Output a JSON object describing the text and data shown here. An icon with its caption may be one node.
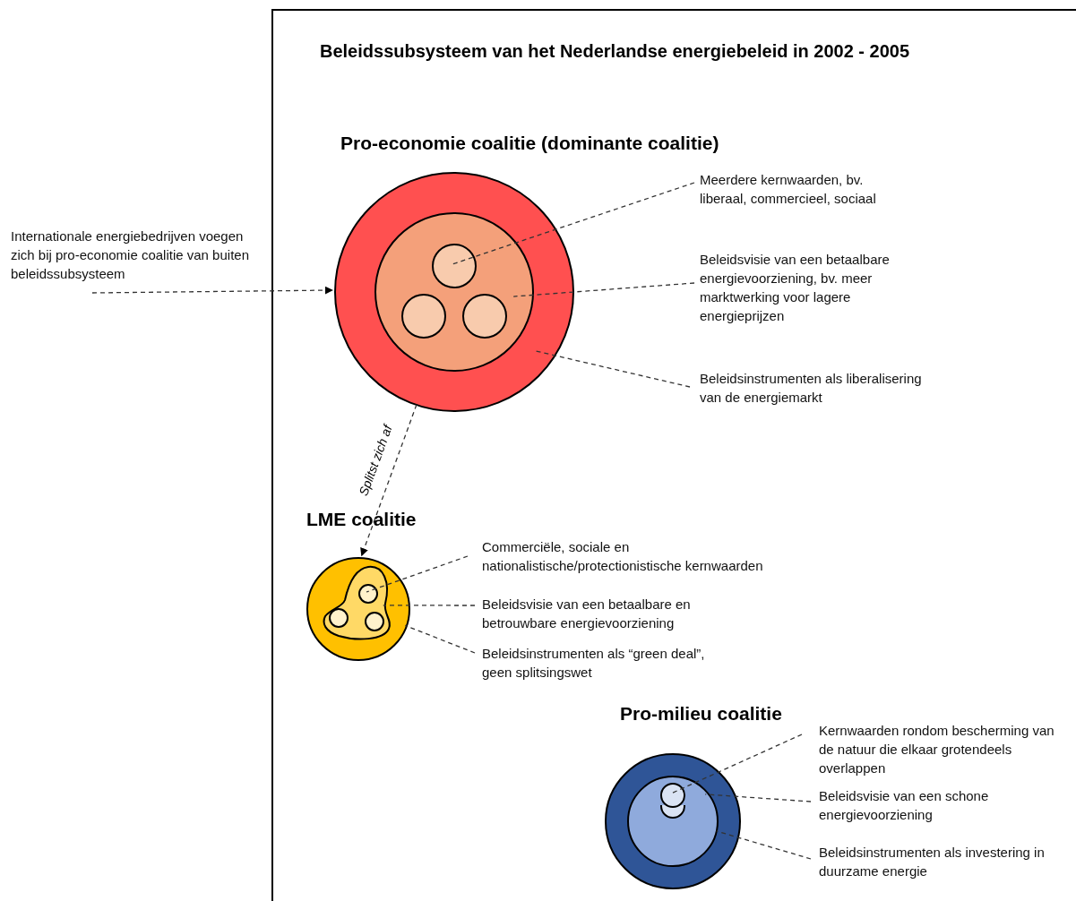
{
  "diagram": {
    "nodes": [
      {
        "text": [
          "Beleidssubsysteem van het Nederlandse energiebeleid in 2002 - 2005"
        ]
      },
      {
        "text": [
          "Pro-economie coalitie (dominante coalitie)"
        ],
        "in": 0
      },
      {
        "text": [],
        "shape": "circle",
        "in": 1
      },
      {
        "text": [],
        "shape": "circle",
        "in": 2
      },
      {
        "text": [],
        "shape": "circle",
        "in": 2
      },
      {
        "text": [],
        "shape": "circle",
        "in": 2
      },
      {
        "text": [
          "Meerdere kernwaarden, bv. liberaal, commercieel, sociaal"
        ],
        "in": 0
      },
      {
        "text": [
          "Beleidsvisie van een betaalbare energievoorziening, bv. meer marktwerking voor lagere energieprijzen"
        ],
        "in": 0
      },
      {
        "text": [
          "Beleidsinstrumenten als liberalisering van de energiemarkt"
        ],
        "in": 0
      },
      {
        "text": [
          "Internationale energiebedrijven voegen zich bij pro-economie coalitie van buiten beleidssubsysteem"
        ]
      },
      {
        "text": [
          "LME coalitie"
        ],
        "in": 0
      },
      {
        "text": [],
        "shape": "blob",
        "in": 10
      },
      {
        "text": [],
        "shape": "circle",
        "in": 11
      },
      {
        "text": [],
        "shape": "circle",
        "in": 11
      },
      {
        "text": [],
        "shape": "circle",
        "in": 11
      },
      {
        "text": [
          "Commerciële, sociale en nationalistische/protectionistische kernwaarden"
        ],
        "in": 0
      },
      {
        "text": [
          "Beleidsvisie van een betaalbare en betrouwbare energievoorziening"
        ],
        "in": 0
      },
      {
        "text": [
          "Beleidsinstrumenten als “green deal”, geen splitsingswet"
        ],
        "in": 0
      },
      {
        "text": [
          "Pro-milieu coalitie"
        ],
        "in": 0
      },
      {
        "text": [],
        "shape": "circle",
        "in": 18
      },
      {
        "text": [],
        "shape": "circle",
        "in": 19
      },
      {
        "text": [],
        "shape": "circle",
        "in": 19
      },
      {
        "text": [
          "Kernwaarden rondom bescherming van de natuur die elkaar grotendeels overlappen"
        ],
        "in": 0
      },
      {
        "text": [
          "Beleidsvisie van een schone energievoorziening"
        ],
        "in": 0
      },
      {
        "text": [
          "Beleidsinstrumenten als investering in duurzame energie"
        ],
        "in": 0
      }
    ],
    "edges": [
      {
        "from": 9,
        "to": 1,
        "arrow": "to",
        "style": "dashed"
      },
      {
        "from": 1,
        "to": 10,
        "arrow": "to",
        "style": "dashed",
        "label": "Splitst zich af"
      },
      {
        "from": 6,
        "to": 3,
        "arrow": "none",
        "style": "dashed"
      },
      {
        "from": 7,
        "to": 2,
        "arrow": "none",
        "style": "dashed"
      },
      {
        "from": 8,
        "to": 1,
        "arrow": "none",
        "style": "dashed"
      },
      {
        "from": 15,
        "to": 12,
        "arrow": "none",
        "style": "dashed"
      },
      {
        "from": 16,
        "to": 11,
        "arrow": "none",
        "style": "dashed"
      },
      {
        "from": 17,
        "to": 10,
        "arrow": "none",
        "style": "dashed"
      },
      {
        "from": 22,
        "to": 20,
        "arrow": "none",
        "style": "dashed"
      },
      {
        "from": 23,
        "to": 19,
        "arrow": "none",
        "style": "dashed"
      },
      {
        "from": 24,
        "to": 18,
        "arrow": "none",
        "style": "dashed"
      }
    ]
  }
}
